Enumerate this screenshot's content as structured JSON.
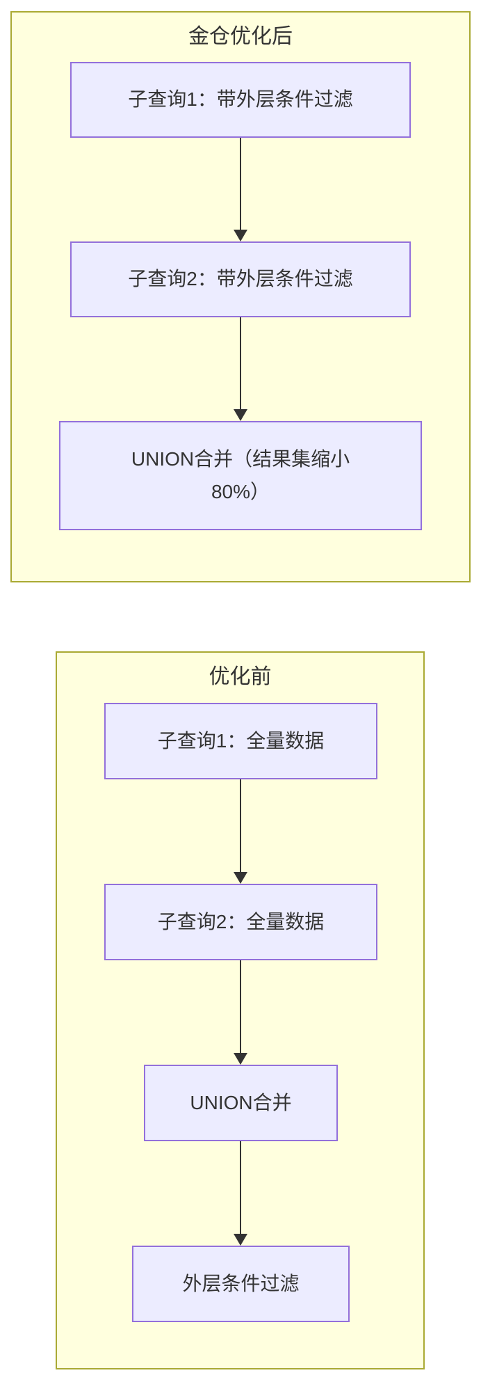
{
  "diagram": {
    "type": "flowchart-top-down",
    "colors": {
      "node_fill": "#ECECFF",
      "node_border": "#9370DB",
      "subgraph_fill": "#FFFFDE",
      "subgraph_border": "#AAAA33",
      "arrow": "#333333",
      "text": "#333333"
    },
    "subgraphs": [
      {
        "title": "金仓优化后",
        "nodes": [
          {
            "label": "子查询1：带外层条件过滤"
          },
          {
            "label": "子查询2：带外层条件过滤"
          },
          {
            "label": "UNION合并（结果集缩小 80%）",
            "lines": [
              "UNION合并（结果集缩小",
              "80%）"
            ]
          }
        ]
      },
      {
        "title": "优化前",
        "nodes": [
          {
            "label": "子查询1：全量数据"
          },
          {
            "label": "子查询2：全量数据"
          },
          {
            "label": "UNION合并"
          },
          {
            "label": "外层条件过滤"
          }
        ]
      }
    ]
  }
}
